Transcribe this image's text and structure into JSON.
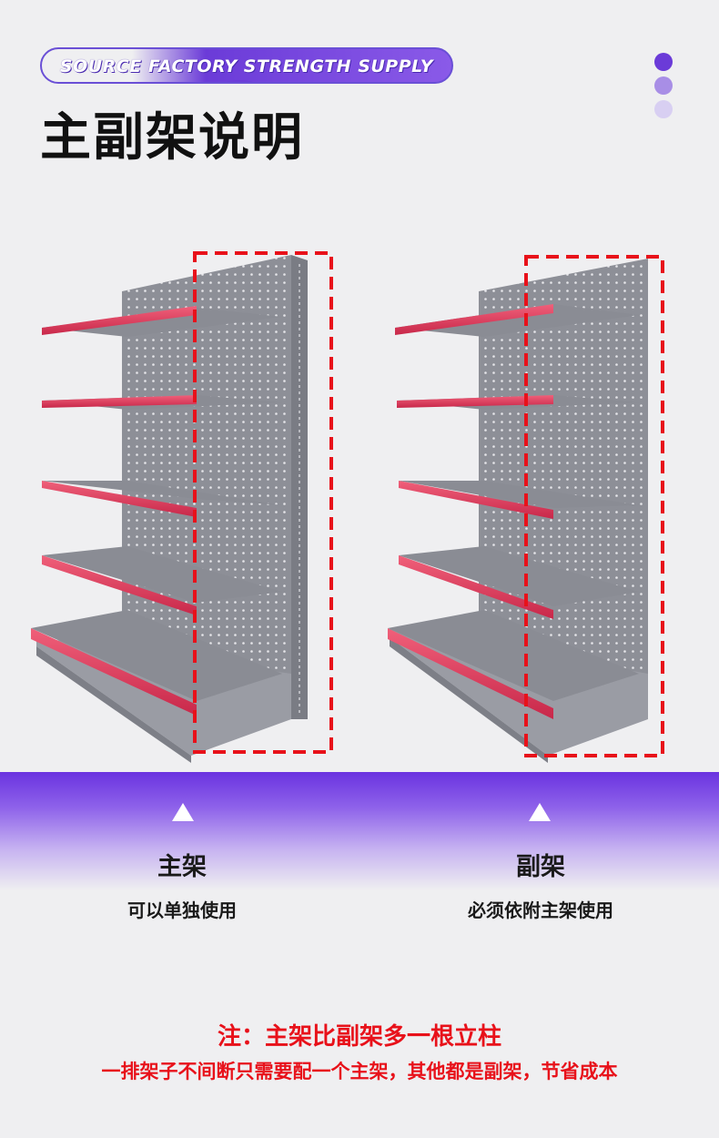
{
  "header": {
    "tagline": "SOURCE FACTORY STRENGTH SUPPLY",
    "title": "主副架说明"
  },
  "columns": [
    {
      "label": "主架",
      "description": "可以单独使用"
    },
    {
      "label": "副架",
      "description": "必须依附主架使用"
    }
  ],
  "notes": {
    "primary": "注：主架比副架多一根立柱",
    "secondary": "一排架子不间断只需要配一个主架，其他都是副架，节省成本"
  },
  "colors": {
    "accent_purple": "#6b3bd8",
    "highlight_red": "#e8111a",
    "shelf_edge": "#e0405e",
    "shelf_gray": "#8a8c94"
  }
}
